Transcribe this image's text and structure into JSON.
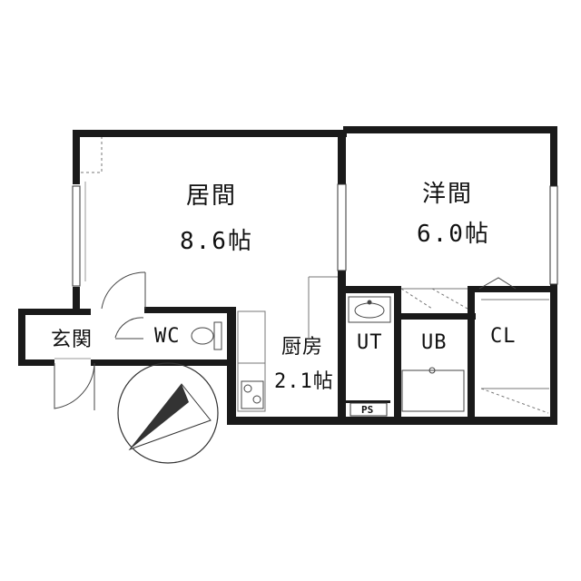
{
  "rooms": {
    "living": {
      "name": "居間",
      "size": "8.6帖"
    },
    "western": {
      "name": "洋間",
      "size": "6.0帖"
    },
    "kitchen": {
      "name": "厨房",
      "size": "2.1帖"
    },
    "entrance": {
      "name": "玄関"
    },
    "toilet": {
      "name": "WC"
    },
    "utility": {
      "name": "UT"
    },
    "bath": {
      "name": "UB"
    },
    "closet": {
      "name": "CL"
    },
    "pipe_space": {
      "name": "PS"
    }
  },
  "icons": [
    "north-arrow-icon",
    "toilet-icon",
    "sink-icon",
    "bathtub-icon",
    "stove-icon"
  ],
  "colors": {
    "wall": "#1a1a1a",
    "line": "#555555",
    "background": "#ffffff"
  }
}
